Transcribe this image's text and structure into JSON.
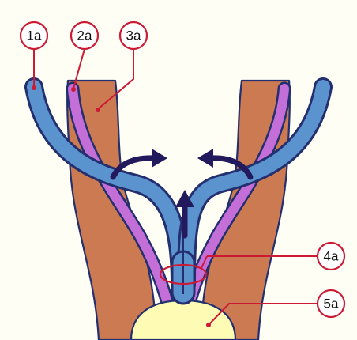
{
  "labels": {
    "l1": "1a",
    "l2": "2a",
    "l3": "3a",
    "l4": "4a",
    "l5": "5a"
  },
  "colors": {
    "background": "#fefef4",
    "blue_tube": "#5b93cf",
    "purple_tube": "#c46fd8",
    "brown_band": "#cc7a52",
    "yolk": "#fdfbb4",
    "outline": "#232f6e",
    "marker": "#cc1a35",
    "arrow": "#221a5c"
  },
  "icons": {
    "arrows": "curved-arrow-icon"
  }
}
